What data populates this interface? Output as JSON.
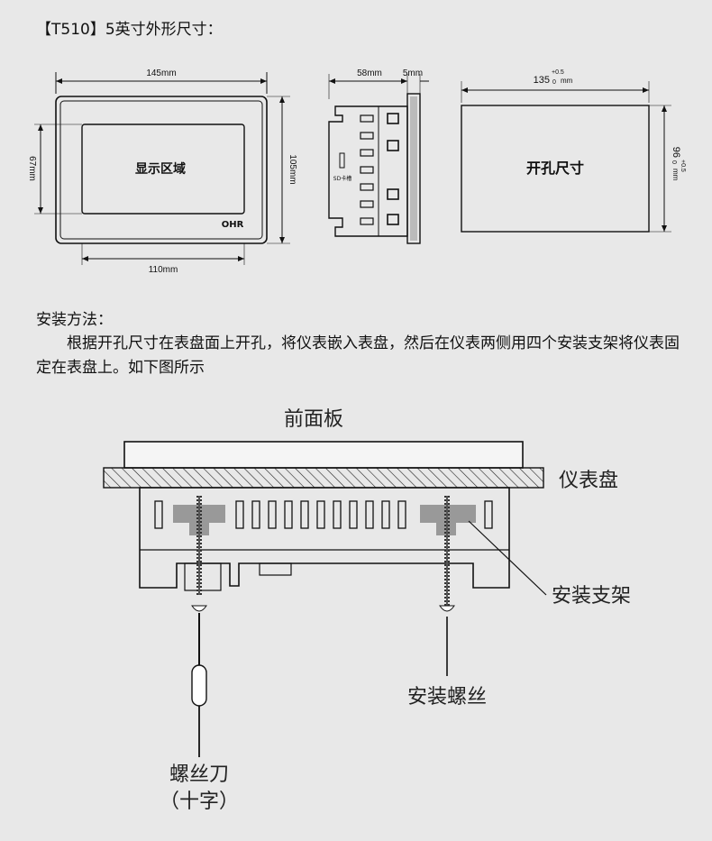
{
  "heading": "【T510】5英寸外形尺寸：",
  "dims": {
    "width_front": "145mm",
    "height_left": "67mm",
    "height_right": "105mm",
    "width_display": "110mm",
    "depth": "58mm",
    "panel_thickness": "5mm",
    "cutout_width": "135",
    "cutout_height": "96",
    "tol_plus": "+0.5",
    "tol_zero": "0",
    "mm": "mm"
  },
  "front": {
    "display_label": "显示区域",
    "logo": "OHR"
  },
  "side": {
    "sd_label": "SD卡槽"
  },
  "cutout_label": "开孔尺寸",
  "method_title": "安装方法：",
  "method_text": "根据开孔尺寸在表盘面上开孔，将仪表嵌入表盘，然后在仪表两侧用四个安装支架将仪表固定在表盘上。如下图所示",
  "install": {
    "front_panel": "前面板",
    "meter_panel": "仪表盘",
    "bracket": "安装支架",
    "screw": "安装螺丝",
    "screwdriver_1": "螺丝刀",
    "screwdriver_2": "（十字）"
  }
}
